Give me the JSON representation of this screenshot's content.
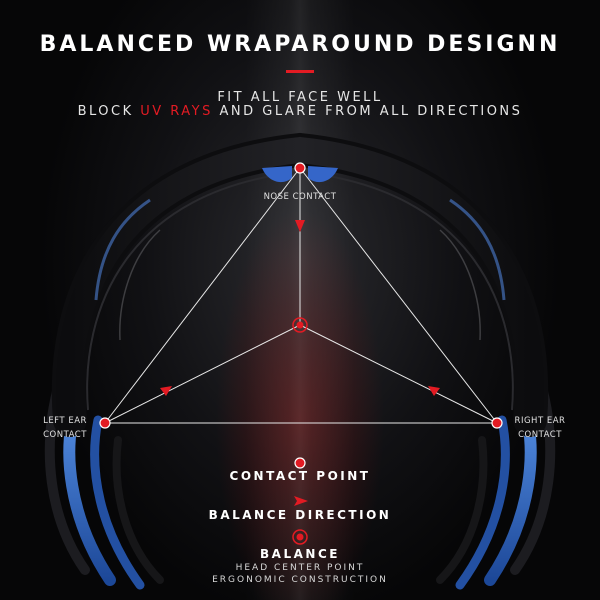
{
  "header": {
    "title": "BALANCED WRAPAROUND DESIGNN",
    "subtitle_line1": "FIT ALL FACE WELL",
    "subtitle_line2_prefix": "BLOCK ",
    "subtitle_line2_highlight": "UV RAYS",
    "subtitle_line2_suffix": " AND GLARE FROM ALL DIRECTIONS"
  },
  "points": {
    "nose": "NOSE CONTACT",
    "left_ear_line1": "LEFT EAR",
    "left_ear_line2": "CONTACT",
    "right_ear_line1": "RIGHT EAR",
    "right_ear_line2": "CONTACT"
  },
  "legend": {
    "contact_point": "CONTACT POINT",
    "balance_direction": "BALANCE DIRECTION",
    "balance": "BALANCE",
    "balance_sub1": "HEAD CENTER POINT",
    "balance_sub2": "ERGONOMIC CONSTRUCTION"
  },
  "colors": {
    "accent": "#e31b23",
    "frame_blue": "#2f6fd6",
    "frame_black": "#151517",
    "text": "#ffffff"
  },
  "icons": [
    "contact-point-icon",
    "balance-direction-icon",
    "balance-icon"
  ]
}
